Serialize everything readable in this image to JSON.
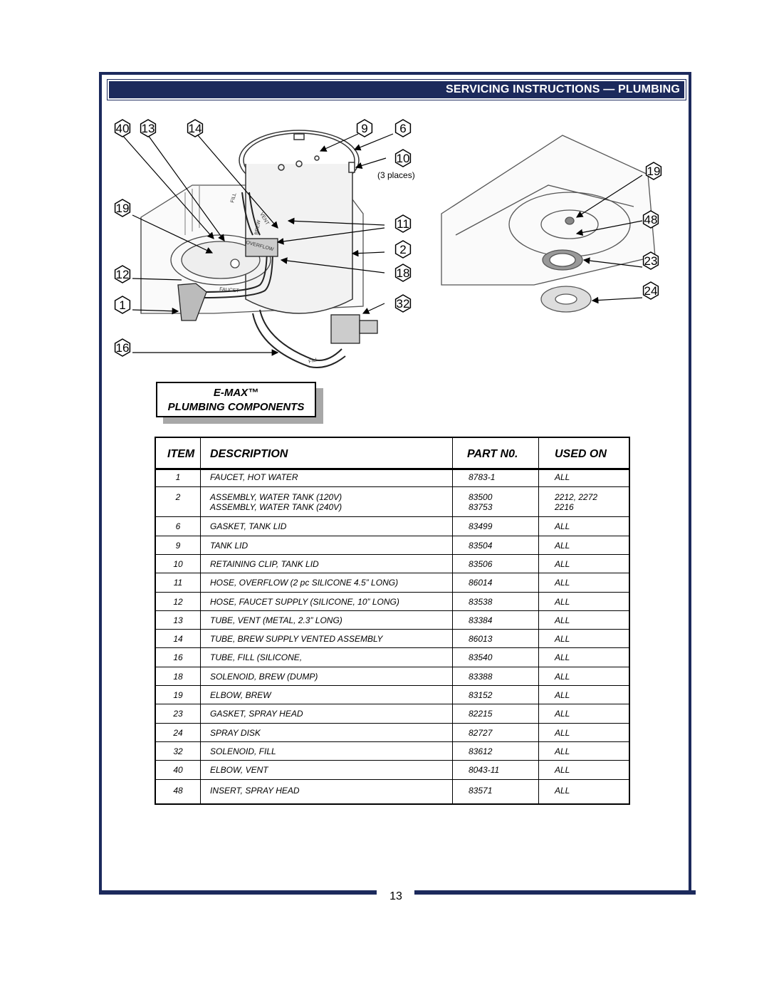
{
  "header": {
    "title": "SERVICING INSTRUCTIONS  — PLUMBING"
  },
  "diagram": {
    "callouts_left": [
      "40",
      "13",
      "14",
      "19",
      "12",
      "1",
      "16"
    ],
    "callouts_center": [
      "9",
      "6",
      "10",
      "11",
      "2",
      "18",
      "32"
    ],
    "callouts_right": [
      "19",
      "48",
      "23",
      "24"
    ],
    "note": "(3 places)",
    "hose_labels": {
      "fill_top": "FILL",
      "vent": "VENT",
      "brew": "BREW",
      "overflow": "OVERFLOW",
      "faucet": "FAUCET",
      "fill_bottom": "FILL"
    }
  },
  "section_box": {
    "line1": "E-MAX™",
    "line2": "PLUMBING COMPONENTS"
  },
  "parts_table": {
    "headers": {
      "item": "ITEM",
      "description": "DESCRIPTION",
      "part_no": "PART N0.",
      "used_on": "USED ON"
    },
    "rows": [
      {
        "item": "1",
        "desc": [
          "FAUCET, HOT WATER"
        ],
        "part": [
          "8783-1"
        ],
        "used": [
          "ALL"
        ]
      },
      {
        "item": "2",
        "desc": [
          "ASSEMBLY, WATER TANK (120V)",
          "ASSEMBLY, WATER TANK (240V)"
        ],
        "part": [
          "83500",
          "83753"
        ],
        "used": [
          "2212, 2272",
          "2216"
        ]
      },
      {
        "item": "6",
        "desc": [
          "GASKET, TANK LID"
        ],
        "part": [
          "83499"
        ],
        "used": [
          "ALL"
        ]
      },
      {
        "item": "9",
        "desc": [
          "TANK LID"
        ],
        "part": [
          "83504"
        ],
        "used": [
          "ALL"
        ]
      },
      {
        "item": "10",
        "desc": [
          "RETAINING CLIP, TANK LID"
        ],
        "part": [
          "83506"
        ],
        "used": [
          "ALL"
        ]
      },
      {
        "item": "11",
        "desc": [
          "HOSE, OVERFLOW (2 pc SILICONE 4.5” LONG)"
        ],
        "part": [
          "86014"
        ],
        "used": [
          "ALL"
        ]
      },
      {
        "item": "12",
        "desc": [
          "HOSE, FAUCET SUPPLY (SILICONE, 10” LONG)"
        ],
        "part": [
          "83538"
        ],
        "used": [
          "ALL"
        ]
      },
      {
        "item": "13",
        "desc": [
          "TUBE, VENT (METAL, 2.3” LONG)"
        ],
        "part": [
          "83384"
        ],
        "used": [
          "ALL"
        ]
      },
      {
        "item": "14",
        "desc": [
          "TUBE, BREW SUPPLY VENTED ASSEMBLY"
        ],
        "part": [
          "86013"
        ],
        "used": [
          "ALL"
        ]
      },
      {
        "item": "16",
        "desc": [
          "TUBE, FILL (SILICONE,"
        ],
        "part": [
          "83540"
        ],
        "used": [
          "ALL"
        ]
      },
      {
        "item": "18",
        "desc": [
          "SOLENOID, BREW (DUMP)"
        ],
        "part": [
          "83388"
        ],
        "used": [
          "ALL"
        ]
      },
      {
        "item": "19",
        "desc": [
          "ELBOW, BREW"
        ],
        "part": [
          "83152"
        ],
        "used": [
          "ALL"
        ]
      },
      {
        "item": "23",
        "desc": [
          "GASKET, SPRAY HEAD"
        ],
        "part": [
          "82215"
        ],
        "used": [
          "ALL"
        ]
      },
      {
        "item": "24",
        "desc": [
          "SPRAY DISK"
        ],
        "part": [
          "82727"
        ],
        "used": [
          "ALL"
        ]
      },
      {
        "item": "32",
        "desc": [
          "SOLENOID, FILL"
        ],
        "part": [
          "83612"
        ],
        "used": [
          "ALL"
        ]
      },
      {
        "item": "40",
        "desc": [
          "ELBOW, VENT"
        ],
        "part": [
          "8043-11"
        ],
        "used": [
          "ALL"
        ]
      },
      {
        "item": "48",
        "desc": [
          "INSERT, SPRAY HEAD"
        ],
        "part": [
          "83571"
        ],
        "used": [
          "ALL"
        ]
      }
    ]
  },
  "footer": {
    "page_number": "13"
  },
  "colors": {
    "navy": "#1c2a5c",
    "shadow": "#a8a8a8"
  }
}
